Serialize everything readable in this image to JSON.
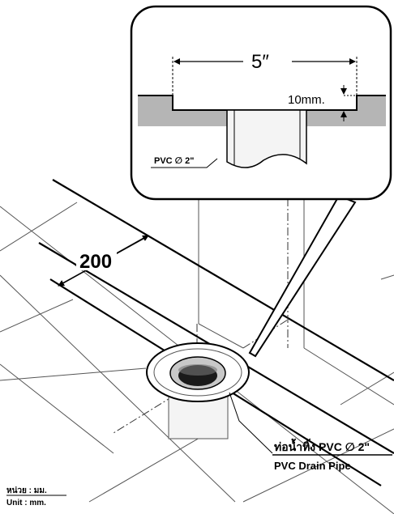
{
  "callout": {
    "width_label": "5″",
    "depth_label": "10mm.",
    "pipe_label": "PVC ∅ 2\""
  },
  "plan": {
    "spacing_label": "200"
  },
  "drain": {
    "label_thai": "ท่อน้ำทิ้ง PVC ∅ 2\"",
    "label_en": "PVC Drain Pipe"
  },
  "units": {
    "thai": "หน่วย : มม.",
    "en": "Unit : mm."
  },
  "colors": {
    "floor_slab": "#b5b5b5",
    "pipe_fill": "#f4f4f4",
    "hole": "#1a1a1a",
    "ring": "#c8c8c8"
  }
}
